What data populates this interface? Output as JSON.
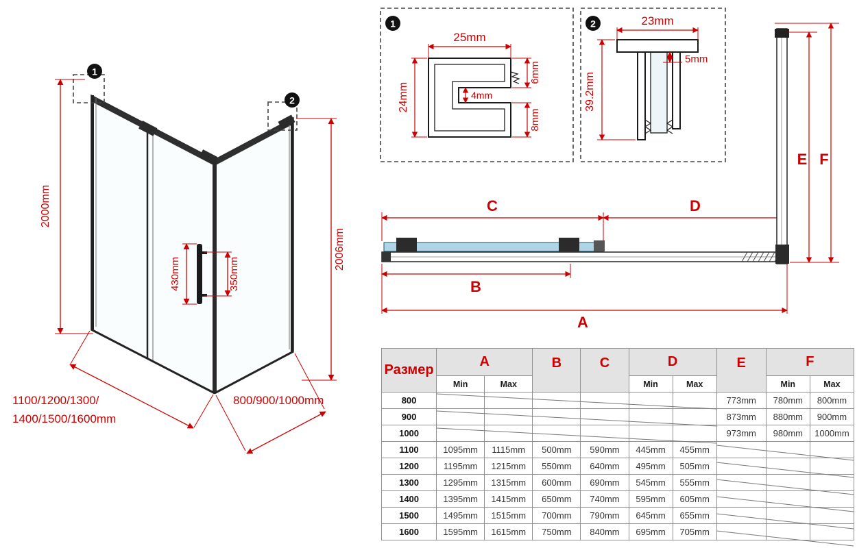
{
  "colors": {
    "dim": "#cc0000",
    "line": "#222222",
    "glass": "#aed4e6"
  },
  "iso": {
    "marker1": "1",
    "marker2": "2",
    "height_left": "2000mm",
    "height_right": "2006mm",
    "handle_overall": "430mm",
    "handle_centers": "350mm",
    "width_line1": "1100/1200/1300/",
    "width_line2": "1400/1500/1600mm",
    "depth": "800/900/1000mm"
  },
  "detail1": {
    "marker": "1",
    "width": "25mm",
    "height": "24mm",
    "slot": "4mm",
    "upper": "6mm",
    "lower": "8mm"
  },
  "detail2": {
    "marker": "2",
    "width": "23mm",
    "offset": "5mm",
    "height": "39.2mm"
  },
  "plan": {
    "a": "A",
    "b": "B",
    "c": "C",
    "d": "D",
    "e": "E",
    "f": "F"
  },
  "table": {
    "size_header": "Размер",
    "min": "Min",
    "max": "Max",
    "col_a": "A",
    "col_b": "B",
    "col_c": "C",
    "col_d": "D",
    "col_e": "E",
    "col_f": "F",
    "rows": [
      {
        "size": "800",
        "a_min": "",
        "a_max": "",
        "b": "",
        "c": "",
        "d_min": "",
        "d_max": "",
        "e": "773mm",
        "f_min": "780mm",
        "f_max": "800mm"
      },
      {
        "size": "900",
        "a_min": "",
        "a_max": "",
        "b": "",
        "c": "",
        "d_min": "",
        "d_max": "",
        "e": "873mm",
        "f_min": "880mm",
        "f_max": "900mm"
      },
      {
        "size": "1000",
        "a_min": "",
        "a_max": "",
        "b": "",
        "c": "",
        "d_min": "",
        "d_max": "",
        "e": "973mm",
        "f_min": "980mm",
        "f_max": "1000mm"
      },
      {
        "size": "1100",
        "a_min": "1095mm",
        "a_max": "1115mm",
        "b": "500mm",
        "c": "590mm",
        "d_min": "445mm",
        "d_max": "455mm",
        "e": "",
        "f_min": "",
        "f_max": ""
      },
      {
        "size": "1200",
        "a_min": "1195mm",
        "a_max": "1215mm",
        "b": "550mm",
        "c": "640mm",
        "d_min": "495mm",
        "d_max": "505mm",
        "e": "",
        "f_min": "",
        "f_max": ""
      },
      {
        "size": "1300",
        "a_min": "1295mm",
        "a_max": "1315mm",
        "b": "600mm",
        "c": "690mm",
        "d_min": "545mm",
        "d_max": "555mm",
        "e": "",
        "f_min": "",
        "f_max": ""
      },
      {
        "size": "1400",
        "a_min": "1395mm",
        "a_max": "1415mm",
        "b": "650mm",
        "c": "740mm",
        "d_min": "595mm",
        "d_max": "605mm",
        "e": "",
        "f_min": "",
        "f_max": ""
      },
      {
        "size": "1500",
        "a_min": "1495mm",
        "a_max": "1515mm",
        "b": "700mm",
        "c": "790mm",
        "d_min": "645mm",
        "d_max": "655mm",
        "e": "",
        "f_min": "",
        "f_max": ""
      },
      {
        "size": "1600",
        "a_min": "1595mm",
        "a_max": "1615mm",
        "b": "750mm",
        "c": "840mm",
        "d_min": "695mm",
        "d_max": "705mm",
        "e": "",
        "f_min": "",
        "f_max": ""
      }
    ]
  }
}
